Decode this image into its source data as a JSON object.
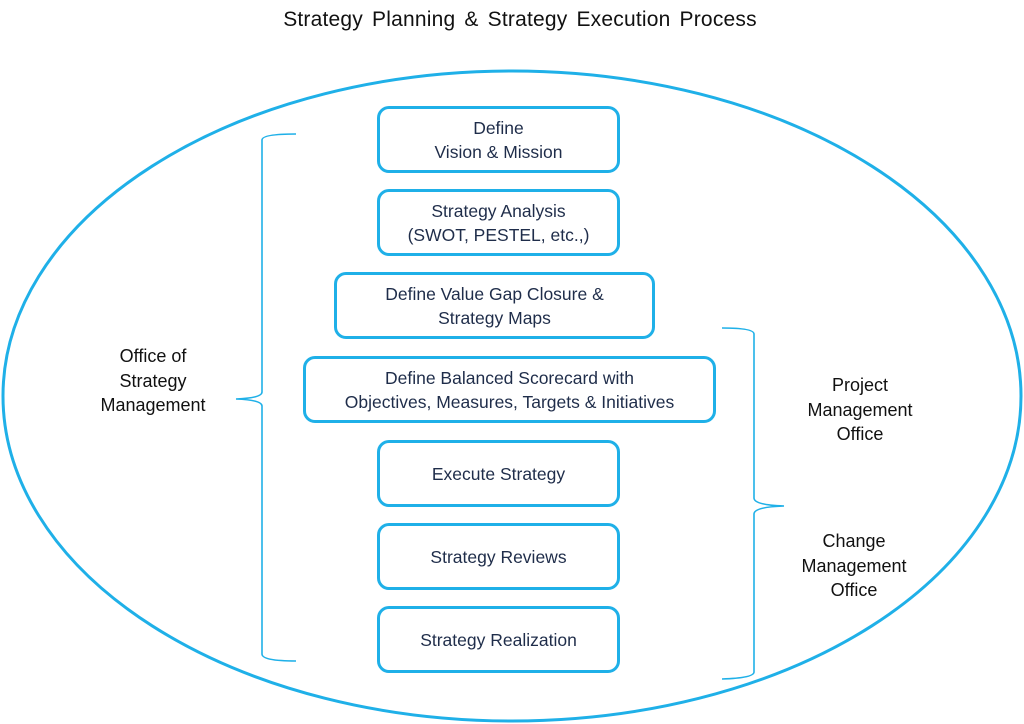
{
  "title": "Strategy Planning & Strategy Execution Process",
  "colors": {
    "accent": "#1fb0e8",
    "box_text": "#1f2d4a",
    "label_text": "#111111"
  },
  "steps": [
    {
      "label": "Define\nVision & Mission"
    },
    {
      "label": "Strategy Analysis\n(SWOT, PESTEL, etc.,)"
    },
    {
      "label": "Define Value Gap Closure &\nStrategy Maps"
    },
    {
      "label": "Define Balanced Scorecard with\nObjectives, Measures, Targets & Initiatives"
    },
    {
      "label": "Execute Strategy"
    },
    {
      "label": "Strategy Reviews"
    },
    {
      "label": "Strategy Realization"
    }
  ],
  "groups": {
    "left": {
      "label": "Office of\nStrategy\nManagement"
    },
    "right_top": {
      "label": "Project\nManagement\nOffice"
    },
    "right_bottom": {
      "label": "Change\nManagement\nOffice"
    }
  }
}
